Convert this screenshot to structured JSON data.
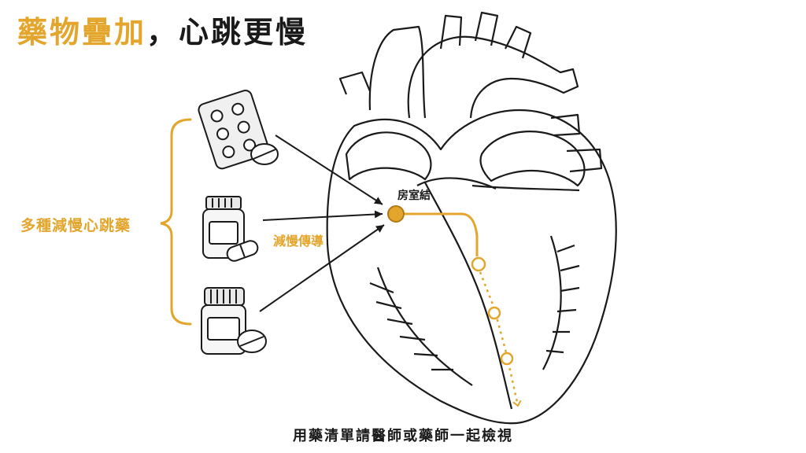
{
  "title": {
    "accent": "藥物疊加",
    "rest": "，心跳更慢"
  },
  "side_label": "多種減慢心跳藥",
  "node_label": "房室結",
  "slow_label": "減慢傳導",
  "footer": "用藥清單請醫師或藥師一起檢視",
  "colors": {
    "accent": "#E3A52C",
    "ink": "#1a1a1a"
  }
}
